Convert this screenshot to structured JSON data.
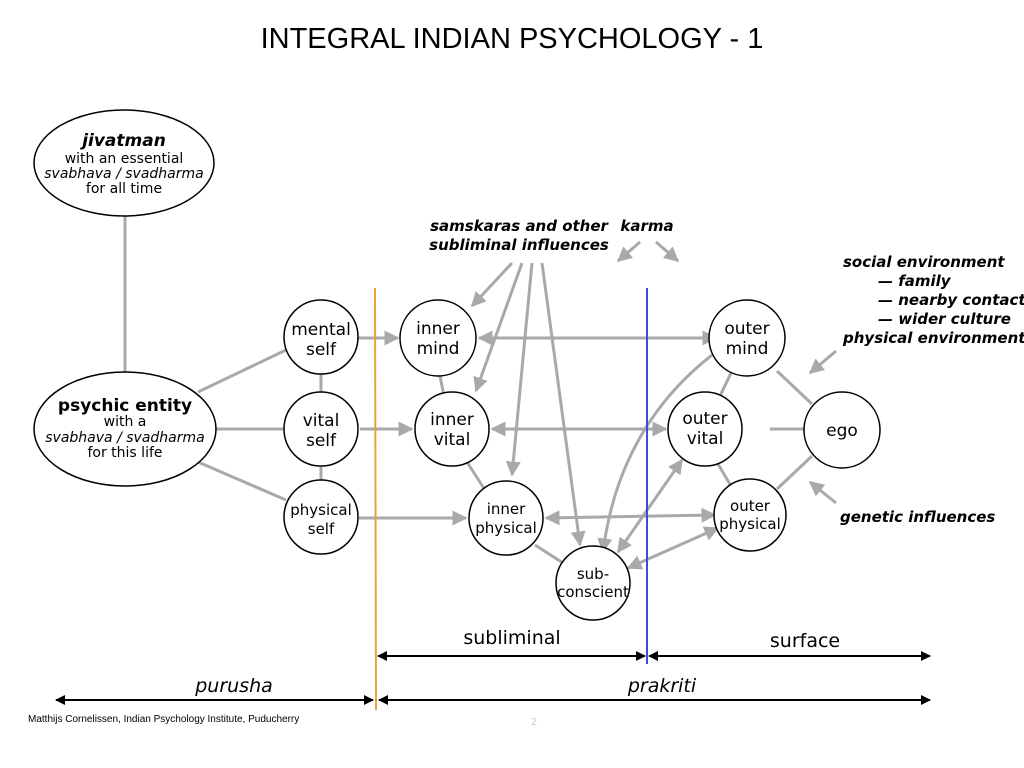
{
  "title": "INTEGRAL INDIAN PSYCHOLOGY - 1",
  "colors": {
    "connector": "#a9a9a9",
    "purusha_line": "#e8a33c",
    "prakriti_line": "#2f55d4",
    "ink": "#000000"
  },
  "jivatman": {
    "name": "jivatman",
    "line1": "with an essential",
    "line2": "svabhava / svadharma",
    "line3": "for all time"
  },
  "psychic_entity": {
    "name": "psychic entity",
    "line1": "with a",
    "line2": "svabhava / svadharma",
    "line3": "for this life"
  },
  "nodes": {
    "mental_self": [
      "mental",
      "self"
    ],
    "vital_self": [
      "vital",
      "self"
    ],
    "physical_self": [
      "physical",
      "self"
    ],
    "inner_mind": [
      "inner",
      "mind"
    ],
    "inner_vital": [
      "inner",
      "vital"
    ],
    "inner_physical": [
      "inner",
      "physical"
    ],
    "subconscient": [
      "sub-",
      "conscient"
    ],
    "outer_mind": [
      "outer",
      "mind"
    ],
    "outer_vital": [
      "outer",
      "vital"
    ],
    "outer_physical": [
      "outer",
      "physical"
    ],
    "ego": "ego"
  },
  "influences": {
    "samskaras_line1": "samskaras and other",
    "samskaras_line2": "subliminal influences",
    "karma": "karma",
    "social_environment": "social environment",
    "family": "— family",
    "nearby_contacts": "— nearby contacts",
    "wider_culture": "— wider culture",
    "physical_environment": "physical environment",
    "genetic_influences": "genetic influences"
  },
  "ranges": {
    "subliminal": "subliminal",
    "surface": "surface",
    "purusha": "purusha",
    "prakriti": "prakriti"
  },
  "footer": {
    "credit": "Matthijs Cornelissen, Indian Psychology Institute, Puducherry",
    "page_number": "2"
  }
}
